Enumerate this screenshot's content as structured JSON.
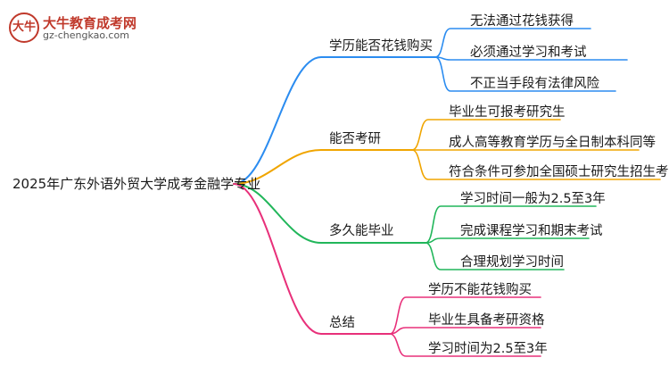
{
  "logo": {
    "mark": "大牛",
    "title": "大牛教育成考网",
    "url": "gz-chengkao.com"
  },
  "mindmap": {
    "root": "2025年广东外语外贸大学成考金融学专业",
    "branches": [
      {
        "label": "学历能否花钱购买",
        "color": "#2b8cf0",
        "children": [
          "无法通过花钱获得",
          "必须通过学习和考试",
          "不正当手段有法律风险"
        ]
      },
      {
        "label": "能否考研",
        "color": "#f0a500",
        "children": [
          "毕业生可报考研究生",
          "成人高等教育学历与全日制本科同等",
          "符合条件可参加全国硕士研究生招生考试"
        ]
      },
      {
        "label": "多久能毕业",
        "color": "#21b65a",
        "children": [
          "学习时间一般为2.5至3年",
          "完成课程学习和期末考试",
          "合理规划学习时间"
        ]
      },
      {
        "label": "总结",
        "color": "#e8307a",
        "children": [
          "学历不能花钱购买",
          "毕业生具备考研资格",
          "学习时间为2.5至3年"
        ]
      }
    ]
  }
}
